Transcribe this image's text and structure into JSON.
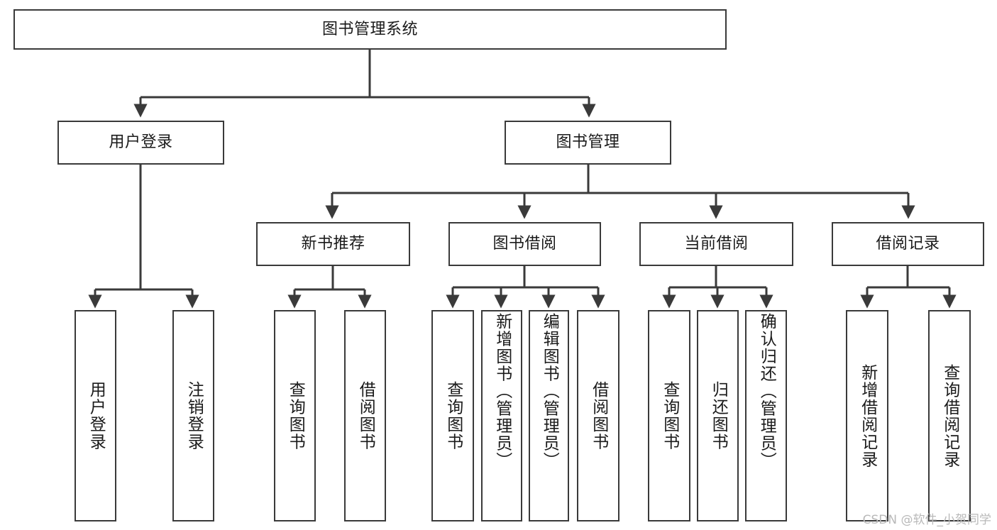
{
  "diagram": {
    "type": "tree-hierarchy",
    "title": "图书管理系统",
    "colors": {
      "box_border": "#3a3a3a",
      "box_fill": "#ffffff",
      "connector": "#3a3a3a",
      "text": "#1a1a1a",
      "watermark": "#b9b9b9",
      "background": "#ffffff"
    },
    "nodes": {
      "root": {
        "label": "图书管理系统"
      },
      "level2": [
        {
          "id": "user-login",
          "label": "用户登录"
        },
        {
          "id": "book-management",
          "label": "图书管理"
        }
      ],
      "level3": [
        {
          "id": "new-book-recommend",
          "label": "新书推荐"
        },
        {
          "id": "book-borrow",
          "label": "图书借阅"
        },
        {
          "id": "current-borrow",
          "label": "当前借阅"
        },
        {
          "id": "borrow-record",
          "label": "借阅记录"
        }
      ],
      "leaves": {
        "user_login": [
          {
            "id": "leaf-user-login",
            "label": "用户登录"
          },
          {
            "id": "leaf-logout-login",
            "label": "注销登录"
          }
        ],
        "new_book_recommend": [
          {
            "id": "leaf-query-book-1",
            "label": "查询图书"
          },
          {
            "id": "leaf-borrow-book-1",
            "label": "借阅图书"
          }
        ],
        "book_borrow": [
          {
            "id": "leaf-query-book-2",
            "label": "查询图书"
          },
          {
            "id": "leaf-add-book",
            "label": "新增图书（管理员）"
          },
          {
            "id": "leaf-edit-book",
            "label": "编辑图书（管理员）"
          },
          {
            "id": "leaf-borrow-book-2",
            "label": "借阅图书"
          }
        ],
        "current_borrow": [
          {
            "id": "leaf-query-book-3",
            "label": "查询图书"
          },
          {
            "id": "leaf-return-book",
            "label": "归还图书"
          },
          {
            "id": "leaf-confirm-return",
            "label": "确认归还（管理员）"
          }
        ],
        "borrow_record": [
          {
            "id": "leaf-add-record",
            "label": "新增借阅记录"
          },
          {
            "id": "leaf-query-record",
            "label": "查询借阅记录"
          }
        ]
      }
    },
    "watermark": "CSDN @软件_小贺同学"
  }
}
